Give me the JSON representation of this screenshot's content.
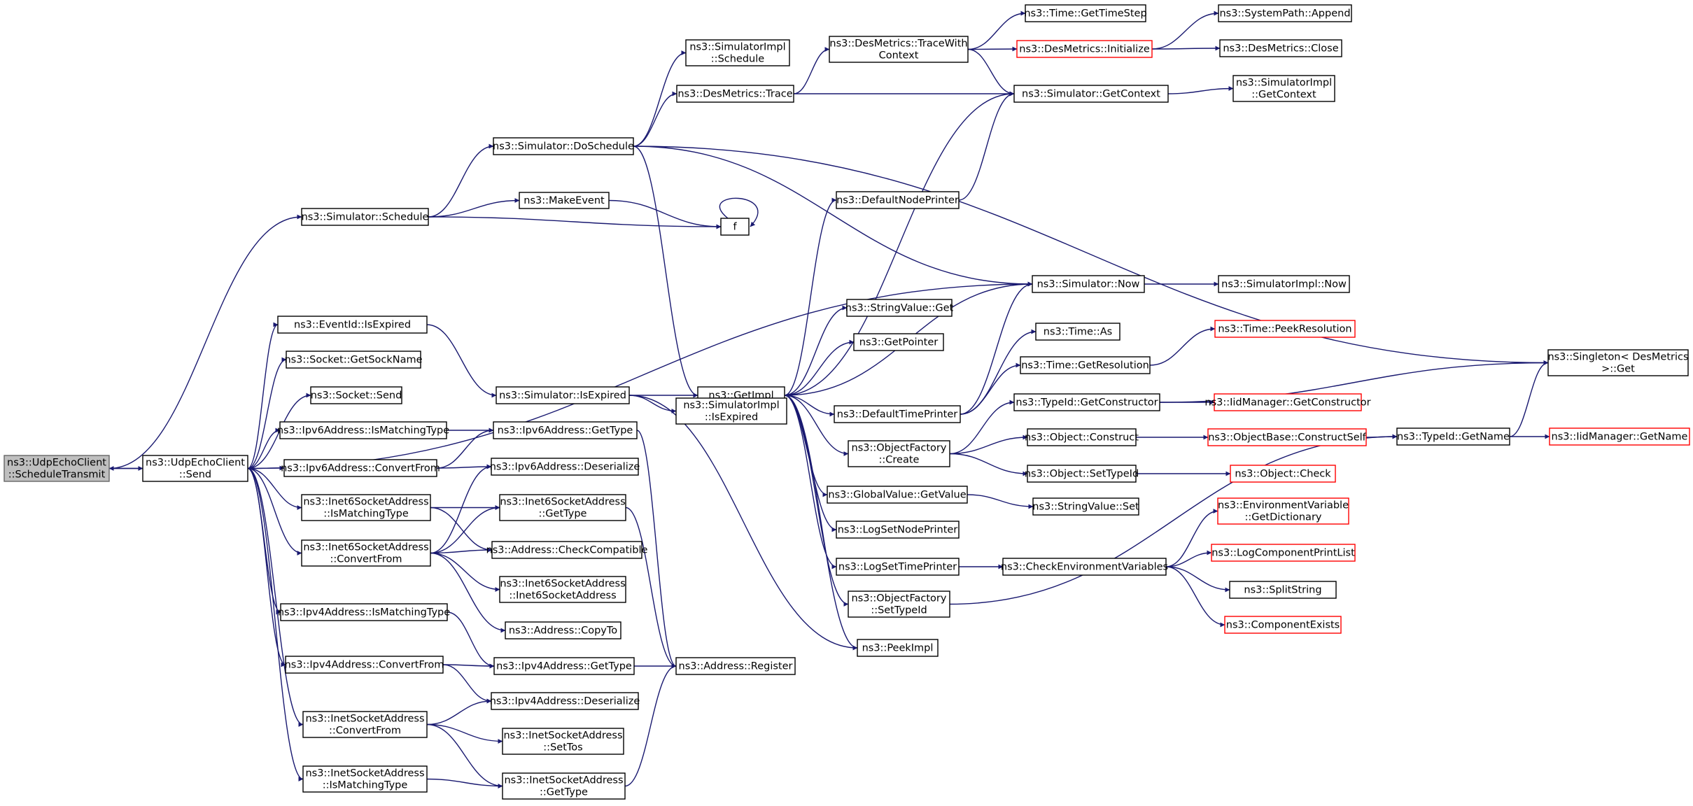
{
  "diagram": {
    "edge_color": "#191970",
    "node_border_normal": "#000000",
    "node_border_truncated": "#ff0000",
    "root_fill": "#bfbfbf",
    "nodes": [
      {
        "id": "n0",
        "lines": [
          "ns3::UdpEchoClient",
          "::ScheduleTransmit"
        ],
        "style": "root"
      },
      {
        "id": "n1",
        "lines": [
          "ns3::UdpEchoClient",
          "::Send"
        ],
        "style": "normal"
      },
      {
        "id": "n2",
        "lines": [
          "ns3::Simulator::Schedule"
        ],
        "style": "normal"
      },
      {
        "id": "n3",
        "lines": [
          "ns3::Simulator::DoSchedule"
        ],
        "style": "normal"
      },
      {
        "id": "n4",
        "lines": [
          "ns3::MakeEvent"
        ],
        "style": "normal"
      },
      {
        "id": "n5",
        "lines": [
          "f"
        ],
        "style": "normal"
      },
      {
        "id": "n6",
        "lines": [
          "ns3::SimulatorImpl",
          "::Schedule"
        ],
        "style": "normal"
      },
      {
        "id": "n7",
        "lines": [
          "ns3::DesMetrics::Trace"
        ],
        "style": "normal"
      },
      {
        "id": "n8",
        "lines": [
          "ns3::DesMetrics::TraceWith",
          "Context"
        ],
        "style": "normal"
      },
      {
        "id": "n9",
        "lines": [
          "ns3::Time::GetTimeStep"
        ],
        "style": "normal"
      },
      {
        "id": "n10",
        "lines": [
          "ns3::DesMetrics::Initialize"
        ],
        "style": "red"
      },
      {
        "id": "n11",
        "lines": [
          "ns3::SystemPath::Append"
        ],
        "style": "normal"
      },
      {
        "id": "n12",
        "lines": [
          "ns3::DesMetrics::Close"
        ],
        "style": "normal"
      },
      {
        "id": "n13",
        "lines": [
          "ns3::Simulator::GetContext"
        ],
        "style": "normal"
      },
      {
        "id": "n14",
        "lines": [
          "ns3::SimulatorImpl",
          "::GetContext"
        ],
        "style": "normal"
      },
      {
        "id": "n15",
        "lines": [
          "ns3::GetImpl"
        ],
        "style": "normal"
      },
      {
        "id": "n16",
        "lines": [
          "ns3::DefaultNodePrinter"
        ],
        "style": "normal"
      },
      {
        "id": "n17",
        "lines": [
          "ns3::Simulator::Now"
        ],
        "style": "normal"
      },
      {
        "id": "n18",
        "lines": [
          "ns3::SimulatorImpl::Now"
        ],
        "style": "normal"
      },
      {
        "id": "n19",
        "lines": [
          "ns3::StringValue::Get"
        ],
        "style": "normal"
      },
      {
        "id": "n20",
        "lines": [
          "ns3::GetPointer"
        ],
        "style": "normal"
      },
      {
        "id": "n21",
        "lines": [
          "ns3::DefaultTimePrinter"
        ],
        "style": "normal"
      },
      {
        "id": "n22",
        "lines": [
          "ns3::Time::As"
        ],
        "style": "normal"
      },
      {
        "id": "n23",
        "lines": [
          "ns3::Time::GetResolution"
        ],
        "style": "normal"
      },
      {
        "id": "n24",
        "lines": [
          "ns3::Time::PeekResolution"
        ],
        "style": "red"
      },
      {
        "id": "n25",
        "lines": [
          "ns3::Singleton< DesMetrics",
          " >::Get"
        ],
        "style": "normal"
      },
      {
        "id": "n26",
        "lines": [
          "ns3::EventId::IsExpired"
        ],
        "style": "normal"
      },
      {
        "id": "n27",
        "lines": [
          "ns3::Socket::GetSockName"
        ],
        "style": "normal"
      },
      {
        "id": "n28",
        "lines": [
          "ns3::Socket::Send"
        ],
        "style": "normal"
      },
      {
        "id": "n29",
        "lines": [
          "ns3::Simulator::IsExpired"
        ],
        "style": "normal"
      },
      {
        "id": "n30",
        "lines": [
          "ns3::SimulatorImpl",
          "::IsExpired"
        ],
        "style": "normal"
      },
      {
        "id": "n31",
        "lines": [
          "ns3::Ipv6Address::IsMatchingType"
        ],
        "style": "normal"
      },
      {
        "id": "n32",
        "lines": [
          "ns3::Ipv6Address::GetType"
        ],
        "style": "normal"
      },
      {
        "id": "n33",
        "lines": [
          "ns3::Ipv6Address::ConvertFrom"
        ],
        "style": "normal"
      },
      {
        "id": "n34",
        "lines": [
          "ns3::Ipv6Address::Deserialize"
        ],
        "style": "normal"
      },
      {
        "id": "n35",
        "lines": [
          "ns3::Inet6SocketAddress",
          "::IsMatchingType"
        ],
        "style": "normal"
      },
      {
        "id": "n36",
        "lines": [
          "ns3::Inet6SocketAddress",
          "::GetType"
        ],
        "style": "normal"
      },
      {
        "id": "n37",
        "lines": [
          "ns3::Inet6SocketAddress",
          "::ConvertFrom"
        ],
        "style": "normal"
      },
      {
        "id": "n38",
        "lines": [
          "ns3::Address::CheckCompatible"
        ],
        "style": "normal"
      },
      {
        "id": "n39",
        "lines": [
          "ns3::Inet6SocketAddress",
          "::Inet6SocketAddress"
        ],
        "style": "normal"
      },
      {
        "id": "n40",
        "lines": [
          "ns3::Address::CopyTo"
        ],
        "style": "normal"
      },
      {
        "id": "n41",
        "lines": [
          "ns3::Ipv4Address::IsMatchingType"
        ],
        "style": "normal"
      },
      {
        "id": "n42",
        "lines": [
          "ns3::Ipv4Address::GetType"
        ],
        "style": "normal"
      },
      {
        "id": "n43",
        "lines": [
          "ns3::Address::Register"
        ],
        "style": "normal"
      },
      {
        "id": "n44",
        "lines": [
          "ns3::Ipv4Address::ConvertFrom"
        ],
        "style": "normal"
      },
      {
        "id": "n45",
        "lines": [
          "ns3::Ipv4Address::Deserialize"
        ],
        "style": "normal"
      },
      {
        "id": "n46",
        "lines": [
          "ns3::InetSocketAddress",
          "::ConvertFrom"
        ],
        "style": "normal"
      },
      {
        "id": "n47",
        "lines": [
          "ns3::InetSocketAddress",
          "::SetTos"
        ],
        "style": "normal"
      },
      {
        "id": "n48",
        "lines": [
          "ns3::InetSocketAddress",
          "::IsMatchingType"
        ],
        "style": "normal"
      },
      {
        "id": "n49",
        "lines": [
          "ns3::InetSocketAddress",
          "::GetType"
        ],
        "style": "normal"
      },
      {
        "id": "n50",
        "lines": [
          "ns3::ObjectFactory",
          "::Create"
        ],
        "style": "normal"
      },
      {
        "id": "n51",
        "lines": [
          "ns3::TypeId::GetConstructor"
        ],
        "style": "normal"
      },
      {
        "id": "n52",
        "lines": [
          "ns3::IidManager::GetConstructor"
        ],
        "style": "red"
      },
      {
        "id": "n53",
        "lines": [
          "ns3::Object::Construct"
        ],
        "style": "normal"
      },
      {
        "id": "n54",
        "lines": [
          "ns3::ObjectBase::ConstructSelf"
        ],
        "style": "red"
      },
      {
        "id": "n55",
        "lines": [
          "ns3::TypeId::GetName"
        ],
        "style": "normal"
      },
      {
        "id": "n56",
        "lines": [
          "ns3::IidManager::GetName"
        ],
        "style": "red"
      },
      {
        "id": "n57",
        "lines": [
          "ns3::Object::SetTypeId"
        ],
        "style": "normal"
      },
      {
        "id": "n58",
        "lines": [
          "ns3::Object::Check"
        ],
        "style": "red"
      },
      {
        "id": "n59",
        "lines": [
          "ns3::GlobalValue::GetValue"
        ],
        "style": "normal"
      },
      {
        "id": "n60",
        "lines": [
          "ns3::StringValue::Set"
        ],
        "style": "normal"
      },
      {
        "id": "n61",
        "lines": [
          "ns3::LogSetNodePrinter"
        ],
        "style": "normal"
      },
      {
        "id": "n62",
        "lines": [
          "ns3::LogSetTimePrinter"
        ],
        "style": "normal"
      },
      {
        "id": "n63",
        "lines": [
          "ns3::CheckEnvironmentVariables"
        ],
        "style": "normal"
      },
      {
        "id": "n64",
        "lines": [
          "ns3::EnvironmentVariable",
          "::GetDictionary"
        ],
        "style": "red"
      },
      {
        "id": "n65",
        "lines": [
          "ns3::LogComponentPrintList"
        ],
        "style": "red"
      },
      {
        "id": "n66",
        "lines": [
          "ns3::SplitString"
        ],
        "style": "normal"
      },
      {
        "id": "n67",
        "lines": [
          "ns3::ComponentExists"
        ],
        "style": "red"
      },
      {
        "id": "n68",
        "lines": [
          "ns3::ObjectFactory",
          "::SetTypeId"
        ],
        "style": "normal"
      },
      {
        "id": "n69",
        "lines": [
          "ns3::PeekImpl"
        ],
        "style": "normal"
      }
    ],
    "edges": [
      [
        "n1",
        "n0"
      ],
      [
        "n0",
        "n2"
      ],
      [
        "n0",
        "n1"
      ],
      [
        "n2",
        "n3"
      ],
      [
        "n2",
        "n4"
      ],
      [
        "n2",
        "n5"
      ],
      [
        "n4",
        "n5"
      ],
      [
        "n5",
        "n5"
      ],
      [
        "n3",
        "n6"
      ],
      [
        "n3",
        "n7"
      ],
      [
        "n3",
        "n15"
      ],
      [
        "n3",
        "n17"
      ],
      [
        "n3",
        "n25"
      ],
      [
        "n7",
        "n8"
      ],
      [
        "n7",
        "n13"
      ],
      [
        "n8",
        "n9"
      ],
      [
        "n8",
        "n10"
      ],
      [
        "n8",
        "n13"
      ],
      [
        "n10",
        "n11"
      ],
      [
        "n10",
        "n12"
      ],
      [
        "n13",
        "n14"
      ],
      [
        "n13",
        "n15"
      ],
      [
        "n16",
        "n13"
      ],
      [
        "n15",
        "n16"
      ],
      [
        "n15",
        "n19"
      ],
      [
        "n15",
        "n20"
      ],
      [
        "n15",
        "n21"
      ],
      [
        "n15",
        "n50"
      ],
      [
        "n15",
        "n59"
      ],
      [
        "n15",
        "n61"
      ],
      [
        "n15",
        "n62"
      ],
      [
        "n15",
        "n68"
      ],
      [
        "n15",
        "n69"
      ],
      [
        "n17",
        "n18"
      ],
      [
        "n17",
        "n15"
      ],
      [
        "n21",
        "n17"
      ],
      [
        "n21",
        "n22"
      ],
      [
        "n21",
        "n23"
      ],
      [
        "n23",
        "n24"
      ],
      [
        "n1",
        "n17"
      ],
      [
        "n1",
        "n26"
      ],
      [
        "n1",
        "n27"
      ],
      [
        "n1",
        "n28"
      ],
      [
        "n1",
        "n31"
      ],
      [
        "n1",
        "n33"
      ],
      [
        "n1",
        "n35"
      ],
      [
        "n1",
        "n37"
      ],
      [
        "n1",
        "n41"
      ],
      [
        "n1",
        "n44"
      ],
      [
        "n1",
        "n46"
      ],
      [
        "n1",
        "n48"
      ],
      [
        "n26",
        "n29"
      ],
      [
        "n29",
        "n15"
      ],
      [
        "n29",
        "n30"
      ],
      [
        "n29",
        "n69"
      ],
      [
        "n31",
        "n32"
      ],
      [
        "n32",
        "n43"
      ],
      [
        "n33",
        "n32"
      ],
      [
        "n33",
        "n34"
      ],
      [
        "n35",
        "n36"
      ],
      [
        "n35",
        "n38"
      ],
      [
        "n36",
        "n43"
      ],
      [
        "n37",
        "n34"
      ],
      [
        "n37",
        "n36"
      ],
      [
        "n37",
        "n38"
      ],
      [
        "n37",
        "n39"
      ],
      [
        "n37",
        "n40"
      ],
      [
        "n41",
        "n42"
      ],
      [
        "n42",
        "n43"
      ],
      [
        "n44",
        "n42"
      ],
      [
        "n44",
        "n45"
      ],
      [
        "n46",
        "n45"
      ],
      [
        "n46",
        "n47"
      ],
      [
        "n46",
        "n49"
      ],
      [
        "n48",
        "n49"
      ],
      [
        "n49",
        "n43"
      ],
      [
        "n50",
        "n53"
      ],
      [
        "n50",
        "n51"
      ],
      [
        "n50",
        "n57"
      ],
      [
        "n51",
        "n52"
      ],
      [
        "n51",
        "n25"
      ],
      [
        "n53",
        "n54"
      ],
      [
        "n54",
        "n55"
      ],
      [
        "n55",
        "n56"
      ],
      [
        "n55",
        "n25"
      ],
      [
        "n57",
        "n58"
      ],
      [
        "n59",
        "n60"
      ],
      [
        "n62",
        "n63"
      ],
      [
        "n63",
        "n64"
      ],
      [
        "n63",
        "n65"
      ],
      [
        "n63",
        "n66"
      ],
      [
        "n63",
        "n67"
      ],
      [
        "n68",
        "n55"
      ]
    ]
  }
}
